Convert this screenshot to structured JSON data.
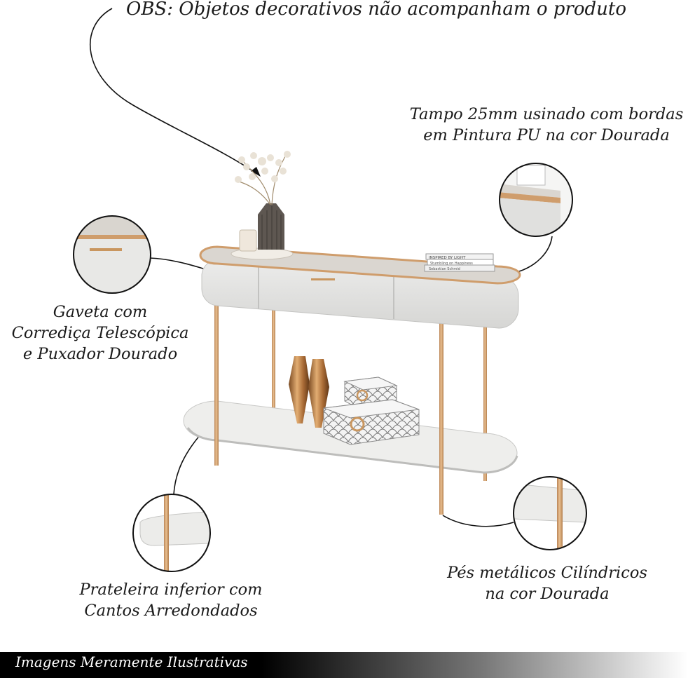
{
  "captions": {
    "obs": "OBS: Objetos decorativos não acompanham o produto",
    "tampo": [
      "Tampo 25mm usinado com bordas",
      "em Pintura PU na cor Dourada"
    ],
    "gaveta": [
      "Gaveta com",
      "Corrediça Telescópica",
      "e Puxador Dourado"
    ],
    "prateleira": [
      "Prateleira inferior com",
      "Cantos Arredondados"
    ],
    "pes": [
      "Pés metálicos Cilíndricos",
      "na cor Dourada"
    ]
  },
  "books": [
    "INSPIRED BY LIGHT",
    "Stumbling on Happiness",
    "Sebastian Schmid"
  ],
  "footer": "Imagens Meramente Ilustrativas",
  "colors": {
    "gold": "#cf9d6c",
    "body_white": "#e4e4e2",
    "shelf_white": "#ececea",
    "ink": "#111111"
  }
}
